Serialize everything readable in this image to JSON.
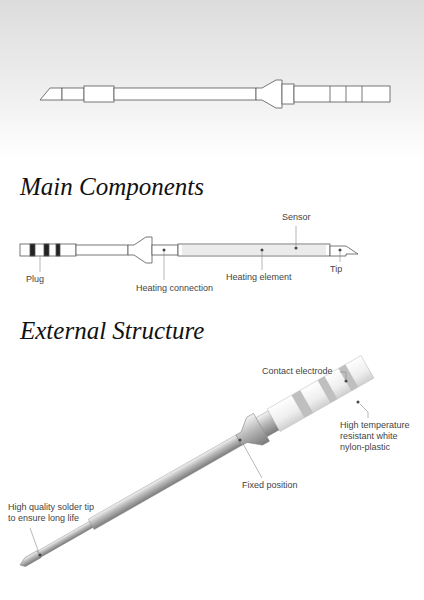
{
  "diagram": {
    "labels": [
      "Main Components",
      "Sensor",
      "Plug",
      "Heating connection",
      "Heating element",
      "Tip",
      "External Structure",
      "Contact electrode",
      "High temperature resistant white nylon-plastic",
      "Fixed position",
      "High quality solder tip to ensure long life"
    ]
  }
}
